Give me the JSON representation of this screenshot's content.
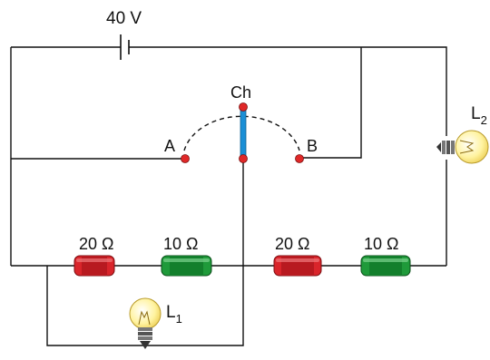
{
  "battery": {
    "label": "40 V"
  },
  "switch": {
    "label": "Ch",
    "terminal_a": "A",
    "terminal_b": "B"
  },
  "resistors": [
    {
      "label": "20 Ω",
      "color": "#d9252b"
    },
    {
      "label": "10 Ω",
      "color": "#1f9a3a"
    },
    {
      "label": "20 Ω",
      "color": "#d9252b"
    },
    {
      "label": "10 Ω",
      "color": "#1f9a3a"
    }
  ],
  "lamps": {
    "l1": {
      "letter": "L",
      "subscript": "1"
    },
    "l2": {
      "letter": "L",
      "subscript": "2"
    }
  },
  "colors": {
    "wire": "#111111",
    "node": "#e02828",
    "switch_blade": "#1a8fd6",
    "bulb_glass": "#fff6b8",
    "bulb_base": "#666666"
  }
}
